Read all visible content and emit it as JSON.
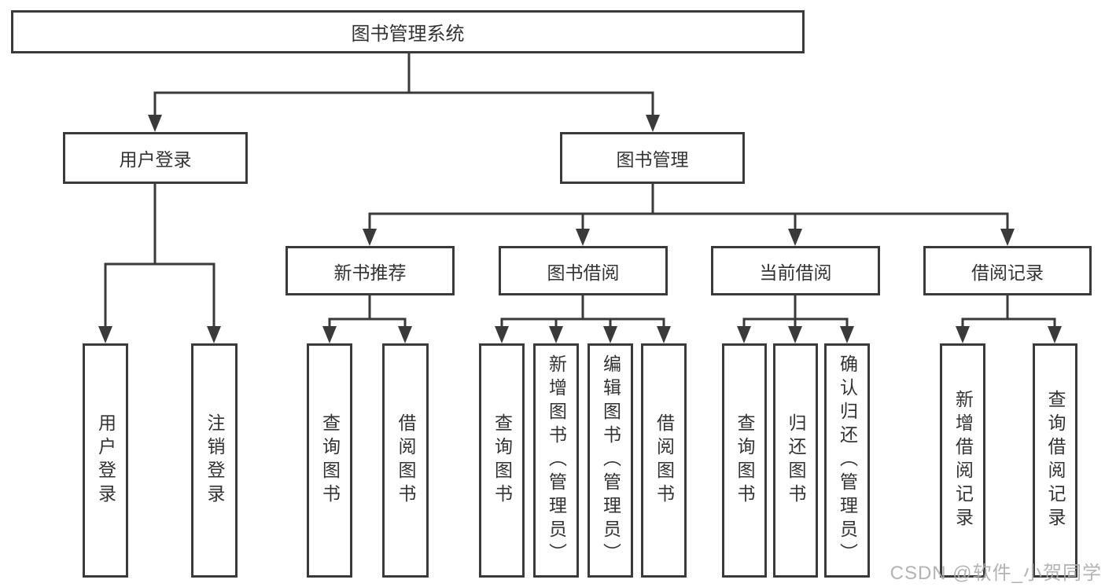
{
  "colors": {
    "line": "#3a3a3a",
    "text": "#333333",
    "watermark": "#ababab",
    "background": "#ffffff"
  },
  "tree": {
    "root": {
      "label": "图书管理系统"
    },
    "user_login": {
      "label": "用户登录",
      "children": [
        "用户登录",
        "注销登录"
      ]
    },
    "book_management": {
      "label": "图书管理",
      "children": [
        {
          "label": "新书推荐",
          "children": [
            "查询图书",
            "借阅图书"
          ]
        },
        {
          "label": "图书借阅",
          "children": [
            "查询图书",
            "新增图书（管理员）",
            "编辑图书（管理员）",
            "借阅图书"
          ]
        },
        {
          "label": "当前借阅",
          "children": [
            "查询图书",
            "归还图书",
            "确认归还（管理员）"
          ]
        },
        {
          "label": "借阅记录",
          "children": [
            "新增借阅记录",
            "查询借阅记录"
          ]
        }
      ]
    }
  },
  "watermark": "CSDN @软件_小贺同学"
}
